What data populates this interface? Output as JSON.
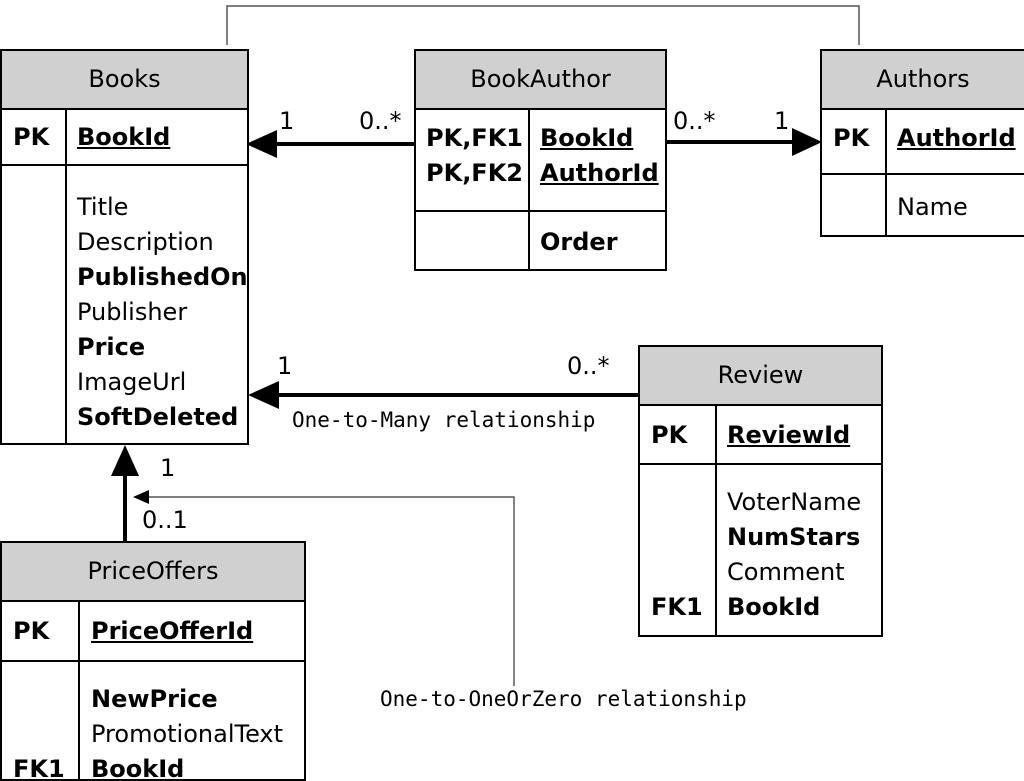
{
  "entities": {
    "books": {
      "title": "Books",
      "pk_label": "PK",
      "pk_field": "BookId",
      "fields": [
        {
          "name": "Title",
          "bold": false
        },
        {
          "name": "Description",
          "bold": false
        },
        {
          "name": "PublishedOn",
          "bold": true
        },
        {
          "name": "Publisher",
          "bold": false
        },
        {
          "name": "Price",
          "bold": true
        },
        {
          "name": "ImageUrl",
          "bold": false
        },
        {
          "name": "SoftDeleted",
          "bold": true
        }
      ]
    },
    "book_author": {
      "title": "BookAuthor",
      "pk_labels": [
        "PK,FK1",
        "PK,FK2"
      ],
      "pk_fields": [
        "BookId",
        "AuthorId"
      ],
      "fields": [
        {
          "name": "Order",
          "bold": true
        }
      ]
    },
    "authors": {
      "title": "Authors",
      "pk_label": "PK",
      "pk_field": "AuthorId",
      "fields": [
        {
          "name": "Name",
          "bold": false
        }
      ]
    },
    "review": {
      "title": "Review",
      "pk_label": "PK",
      "pk_field": "ReviewId",
      "fk_label": "FK1",
      "fields": [
        {
          "name": "VoterName",
          "bold": false
        },
        {
          "name": "NumStars",
          "bold": true
        },
        {
          "name": "Comment",
          "bold": false
        },
        {
          "name": "BookId",
          "bold": true
        }
      ]
    },
    "price_offers": {
      "title": "PriceOffers",
      "pk_label": "PK",
      "pk_field": "PriceOfferId",
      "fk_label": "FK1",
      "fields": [
        {
          "name": "NewPrice",
          "bold": true
        },
        {
          "name": "PromotionalText",
          "bold": false
        },
        {
          "name": "BookId",
          "bold": true
        }
      ]
    }
  },
  "multiplicities": {
    "books_bookauthor_book_end": "1",
    "books_bookauthor_link_end": "0..*",
    "bookauthor_authors_link_end": "0..*",
    "bookauthor_authors_author_end": "1",
    "books_review_book_end": "1",
    "books_review_review_end": "0..*",
    "books_priceoffers_book_end": "1",
    "books_priceoffers_offer_end": "0..1"
  },
  "annotations": {
    "one_to_many": "One-to-Many relationship",
    "one_to_one_or_zero": "One-to-OneOrZero relationship"
  },
  "colors": {
    "header_fill": "#d0d0d0",
    "line": "#000000",
    "thin_line": "#555555"
  }
}
